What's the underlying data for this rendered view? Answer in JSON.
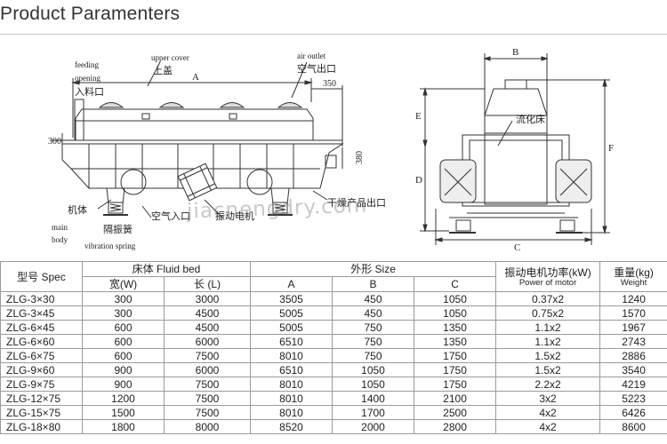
{
  "header": {
    "title": "Product Paramenters"
  },
  "drawing": {
    "labels": {
      "feeding_en_1": "feeding",
      "feeding_en_2": "opening",
      "feeding_cn": "入料口",
      "upper_cover_en": "upper cover",
      "upper_cover_cn": "上盖",
      "air_outlet_en": "air outlet",
      "air_outlet_cn": "空气出口",
      "dim_A": "A",
      "dim_350": "350",
      "dim_300": "300",
      "dim_380": "380",
      "dry_outlet_cn": "干燥产品出口",
      "main_body_cn": "机体",
      "main_body_en_1": "main",
      "main_body_en_2": "body",
      "spring_cn": "隔振簧",
      "spring_en": "vibration spring",
      "air_inlet_cn": "空气入口",
      "motor_cn": "振动电机",
      "dim_B": "B",
      "dim_E": "E",
      "dim_D": "D",
      "dim_F": "F",
      "dim_C": "C",
      "fluid_bed_cn": "流化床"
    },
    "watermark": "jiacnengdry.com"
  },
  "table": {
    "header": {
      "model": "型号 Spec",
      "fluid_bed": "床体 Fluid bed",
      "width": "宽(W)",
      "length": "长 (L)",
      "size": "外形 Size",
      "a": "A",
      "b": "B",
      "c": "C",
      "power_cn": "振动电机功率(kW)",
      "power_en": "Power of motor",
      "weight_cn": "重量(kg)",
      "weight_en": "Weight"
    },
    "rows": [
      [
        "ZLG-3×30",
        "300",
        "3000",
        "3505",
        "450",
        "1050",
        "0.37x2",
        "1240"
      ],
      [
        "ZLG-3×45",
        "300",
        "4500",
        "5005",
        "450",
        "1050",
        "0.75x2",
        "1570"
      ],
      [
        "ZLG-6×45",
        "600",
        "4500",
        "5005",
        "750",
        "1350",
        "1.1x2",
        "1967"
      ],
      [
        "ZLG-6×60",
        "600",
        "6000",
        "6510",
        "750",
        "1350",
        "1.1x2",
        "2743"
      ],
      [
        "ZLG-6×75",
        "600",
        "7500",
        "8010",
        "750",
        "1750",
        "1.5x2",
        "2886"
      ],
      [
        "ZLG-9×60",
        "900",
        "6000",
        "6510",
        "1050",
        "1750",
        "1.5x2",
        "3540"
      ],
      [
        "ZLG-9×75",
        "900",
        "7500",
        "8010",
        "1050",
        "1750",
        "2.2x2",
        "4219"
      ],
      [
        "ZLG-12×75",
        "1200",
        "7500",
        "8010",
        "1400",
        "2100",
        "3x2",
        "5223"
      ],
      [
        "ZLG-15×75",
        "1500",
        "7500",
        "8010",
        "1700",
        "2500",
        "4x2",
        "6426"
      ],
      [
        "ZLG-18×80",
        "1800",
        "8000",
        "8520",
        "2000",
        "2800",
        "4x2",
        "8600"
      ]
    ]
  }
}
